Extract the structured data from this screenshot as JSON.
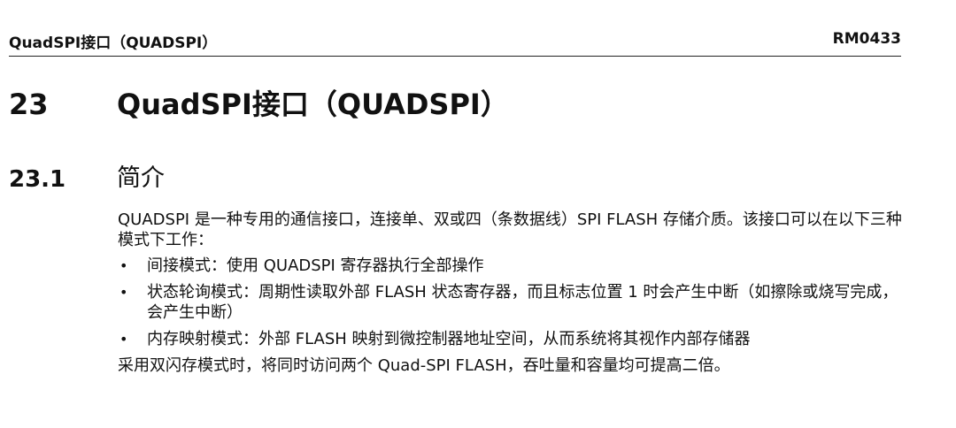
{
  "header": {
    "left": "QuadSPI接口（QUADSPI）",
    "right": "RM0433"
  },
  "section": {
    "number": "23",
    "title": "QuadSPI接口（QUADSPI）"
  },
  "subsection": {
    "number": "23.1",
    "title": "简介"
  },
  "content": {
    "intro": "QUADSPI 是一种专用的通信接口，连接单、双或四（条数据线）SPI FLASH 存储介质。该接口可以在以下三种模式下工作：",
    "bullet_symbol": "•",
    "bullets": [
      "间接模式：使用 QUADSPI 寄存器执行全部操作",
      "状态轮询模式：周期性读取外部 FLASH 状态寄存器，而且标志位置 1 时会产生中断（如擦除或烧写完成，会产生中断）",
      "内存映射模式：外部 FLASH 映射到微控制器地址空间，从而系统将其视作内部存储器"
    ],
    "closing": "采用双闪存模式时，将同时访问两个 Quad-SPI FLASH，吞吐量和容量均可提高二倍。"
  }
}
